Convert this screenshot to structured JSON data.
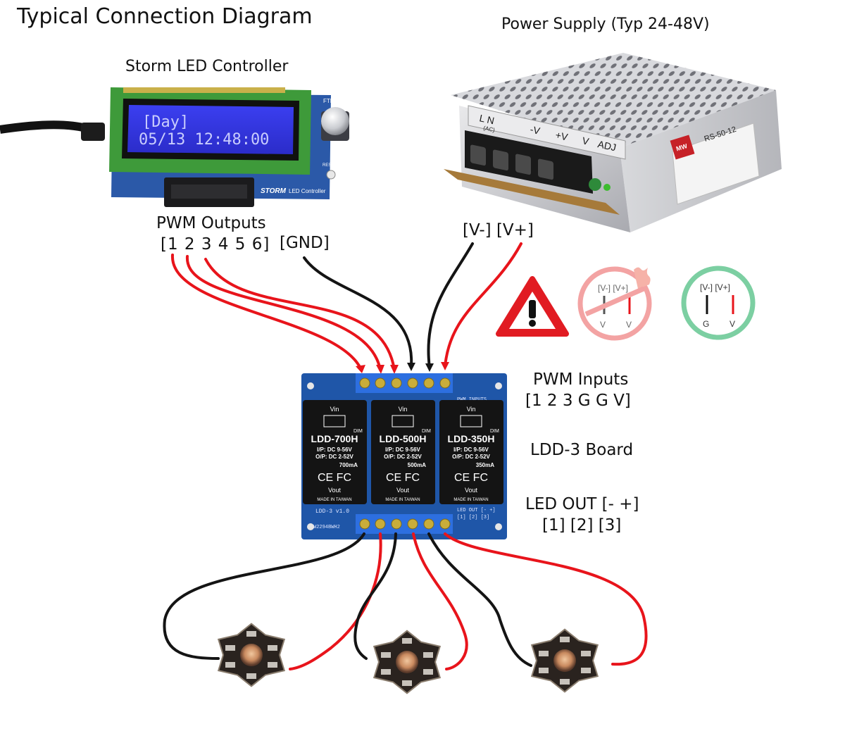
{
  "title": "Typical Connection Diagram",
  "controller": {
    "name": "Storm LED Controller",
    "lcd_line1": "[Day]",
    "lcd_line2": "05/13 12:48:00",
    "brand": "STORM",
    "brand_sub": "LED Controller",
    "ftdi": "FTDI",
    "reset": "RESET"
  },
  "power_supply": {
    "name": "Power Supply (Typ 24-48V)",
    "terminals": [
      "L N",
      "(AC)",
      "-V",
      "+V",
      "V",
      "ADJ"
    ],
    "model": "RS-50-12",
    "brand": "MW"
  },
  "pwm_outputs": {
    "label": "PWM Outputs",
    "numbers": "[1 2 3 4 5 6]"
  },
  "gnd_label": "[GND]",
  "psu_out_label": "[V-] [V+]",
  "warning": {
    "wrong_top": "[V-] [V+]",
    "wrong_bottom_left": "V",
    "wrong_bottom_right": "V",
    "right_top": "[V-] [V+]",
    "right_bottom_left": "G",
    "right_bottom_right": "V"
  },
  "board": {
    "pwm_inputs_label": "PWM Inputs",
    "pwm_inputs_numbers": "[1 2 3 G G V]",
    "name": "LDD-3 Board",
    "led_out_label": "LED OUT [- +]",
    "led_out_numbers": "[1] [2] [3]",
    "version": "LDD-3 v1.0",
    "serial": "W2294BWH2",
    "pcb_pwm": "PWM INPUTS",
    "pcb_led": "LED OUT [- +]",
    "pcb_led_nums": "[1] [2] [3]",
    "drivers": [
      {
        "model": "LDD-700H",
        "ip": "I/P: DC 9-56V",
        "op": "O/P: DC 2-52V",
        "current": "700mA",
        "vin": "Vin",
        "vout": "Vout",
        "dim": "DIM",
        "made": "MADE IN TAIWAN"
      },
      {
        "model": "LDD-500H",
        "ip": "I/P: DC 9-56V",
        "op": "O/P: DC 2-52V",
        "current": "500mA",
        "vin": "Vin",
        "vout": "Vout",
        "dim": "DIM",
        "made": "MADE IN TAIWAN"
      },
      {
        "model": "LDD-350H",
        "ip": "I/P: DC 9-56V",
        "op": "O/P: DC 2-52V",
        "current": "350mA",
        "vin": "Vin",
        "vout": "Vout",
        "dim": "DIM",
        "made": "MADE IN TAIWAN"
      }
    ]
  },
  "colors": {
    "wire_red": "#e8141b",
    "wire_black": "#141414",
    "board_blue": "#1f56a8",
    "warning_red": "#e11b22",
    "ok_green": "#7ccfa2",
    "bad_pink": "#f3a3a3"
  }
}
